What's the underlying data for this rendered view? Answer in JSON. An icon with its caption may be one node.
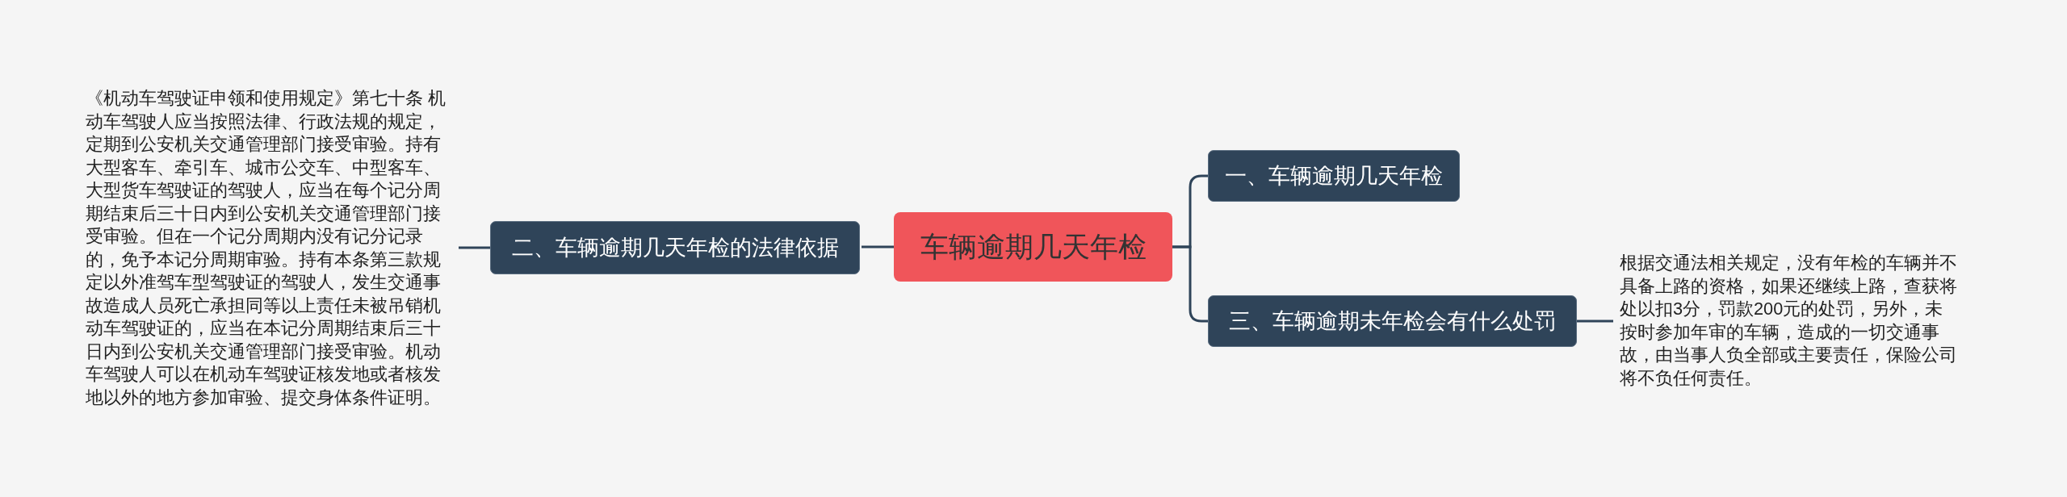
{
  "diagram": {
    "nodes": [
      {
        "text": [
          "车辆逾期几天年检"
        ]
      },
      {
        "text": [
          "一、车辆逾期几天年检"
        ]
      },
      {
        "text": [
          "二、车辆逾期几天年检的法律依据"
        ]
      },
      {
        "text": [
          "《机动车驾驶证申领和使用规定》第七十条 机动车驾驶人应当按照法律、行政法规的规定，定期到公安机关交通管理部门接受审验。持有大型客车、牵引车、城市公交车、中型客车、大型货车驾驶证的驾驶人，应当在每个记分周期结束后三十日内到公安机关交通管理部门接受审验。但在一个记分周期内没有记分记录的，免予本记分周期审验。持有本条第三款规定以外准驾车型驾驶证的驾驶人，发生交通事故造成人员死亡承担同等以上责任未被吊销机动车驾驶证的，应当在本记分周期结束后三十日内到公安机关交通管理部门接受审验。机动车驾驶人可以在机动车驾驶证核发地或者核发地以外的地方参加审验、提交身体条件证明。"
        ]
      },
      {
        "text": [
          "三、车辆逾期未年检会有什么处罚"
        ]
      },
      {
        "text": [
          "根据交通法相关规定，没有年检的车辆并不具备上路的资格，如果还继续上路，查获将处以扣3分，罚款200元的处罚，另外，未按时参加年审的车辆，造成的一切交通事故，由当事人负全部或主要责任，保险公司将不负任何责任。"
        ]
      }
    ],
    "edges": [
      {
        "from": 0,
        "to": 1,
        "arrow": "none"
      },
      {
        "from": 0,
        "to": 4,
        "arrow": "none"
      },
      {
        "from": 0,
        "to": 2,
        "arrow": "none"
      },
      {
        "from": 2,
        "to": 3,
        "arrow": "none"
      },
      {
        "from": 4,
        "to": 5,
        "arrow": "none"
      }
    ]
  }
}
